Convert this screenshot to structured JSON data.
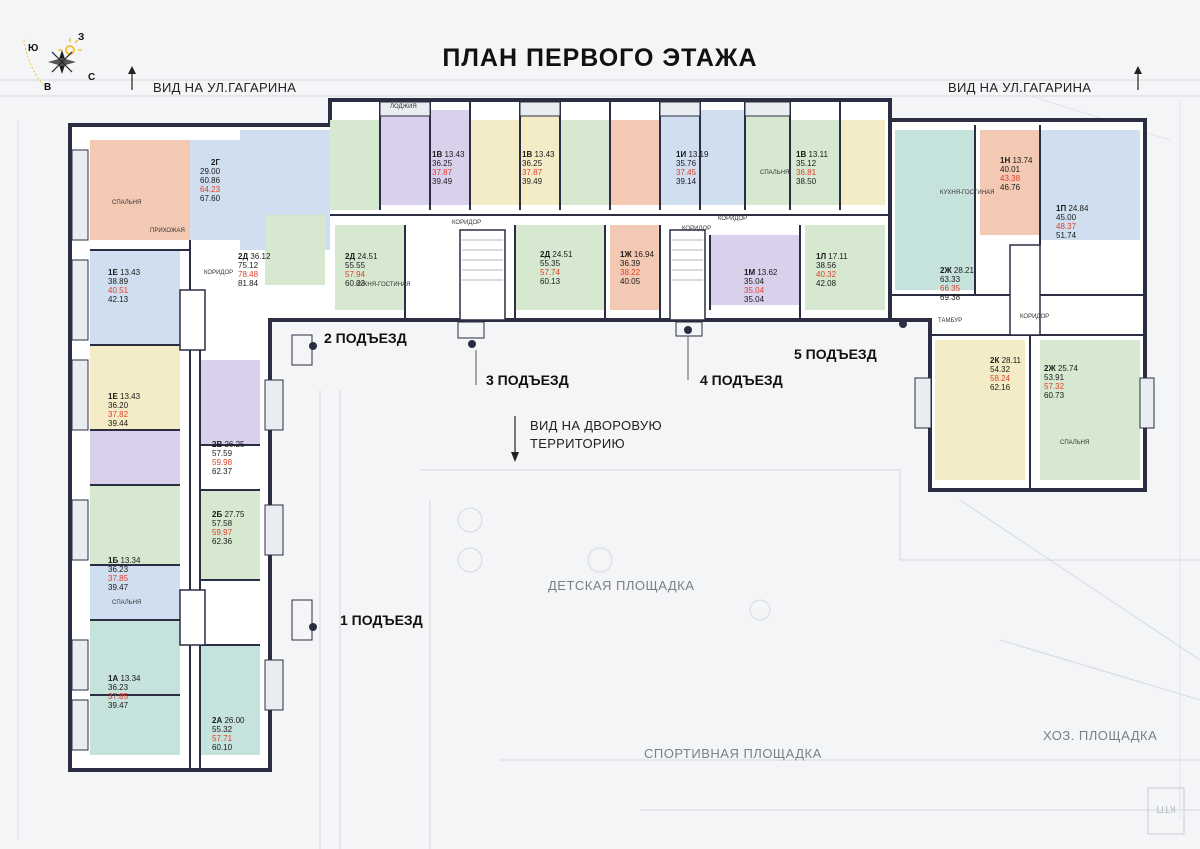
{
  "title": "ПЛАН ПЕРВОГО ЭТАЖА",
  "views": {
    "street_left": "ВИД НА УЛ.ГАГАРИНА",
    "street_right": "ВИД НА УЛ.ГАГАРИНА",
    "courtyard_line1": "ВИД НА ДВОРОВУЮ",
    "courtyard_line2": "ТЕРРИТОРИЮ"
  },
  "entrances": [
    "1 ПОДЪЕЗД",
    "2 ПОДЪЕЗД",
    "3 ПОДЪЕЗД",
    "4 ПОДЪЕЗД",
    "5 ПОДЪЕЗД"
  ],
  "site_areas": {
    "playground": "ДЕТСКАЯ ПЛОЩАДКА",
    "sports": "СПОРТИВНАЯ ПЛОЩАДКА",
    "utility": "ХОЗ. ПЛОЩАДКА",
    "substation": "КТП"
  },
  "compass": {
    "south": "Ю",
    "west": "З",
    "east": "В",
    "north": "С"
  },
  "corridor_labels": [
    "КОРИДОР",
    "КОРИДОР",
    "КОРИДОР",
    "КОРИДОР",
    "КОРИДОР",
    "ТАМБУР"
  ],
  "apartments": [
    {
      "type": "2Г",
      "figures": [
        "29.00",
        "60.86",
        "64.23",
        "67.60"
      ]
    },
    {
      "type": "1Е",
      "figures": [
        "13.43",
        "38.89",
        "40.51",
        "42.13"
      ]
    },
    {
      "type": "2Д",
      "figures": [
        "36.12",
        "75.12",
        "78.48",
        "81.84"
      ]
    },
    {
      "type": "2Д",
      "figures": [
        "24.51",
        "55.55",
        "57.94",
        "60.33"
      ]
    },
    {
      "type": "1В",
      "figures": [
        "13.43",
        "36.25",
        "37.87",
        "39.49"
      ]
    },
    {
      "type": "1В",
      "figures": [
        "13.43",
        "36.25",
        "37.87",
        "39.49"
      ]
    },
    {
      "type": "2Д",
      "figures": [
        "24.51",
        "55.35",
        "57.74",
        "60.13"
      ]
    },
    {
      "type": "1Ж",
      "figures": [
        "16.94",
        "36.39",
        "38.22",
        "40.05"
      ]
    },
    {
      "type": "1И",
      "figures": [
        "13.19",
        "35.76",
        "37.45",
        "39.14"
      ]
    },
    {
      "type": "1М",
      "figures": [
        "13.62",
        "35.04",
        "35.04",
        "35.04"
      ]
    },
    {
      "type": "1В",
      "figures": [
        "13.11",
        "35.12",
        "36.81",
        "38.50"
      ]
    },
    {
      "type": "1Л",
      "figures": [
        "17.11",
        "38.56",
        "40.32",
        "42.08"
      ]
    },
    {
      "type": "2Ж",
      "figures": [
        "28.21",
        "63.33",
        "66.35",
        "69.38"
      ]
    },
    {
      "type": "1Н",
      "figures": [
        "13.74",
        "40.01",
        "43.38",
        "46.76"
      ]
    },
    {
      "type": "1П",
      "figures": [
        "24.84",
        "45.00",
        "48.37",
        "51.74"
      ]
    },
    {
      "type": "2К",
      "figures": [
        "28.11",
        "54.32",
        "58.24",
        "62.16"
      ]
    },
    {
      "type": "2Ж",
      "figures": [
        "25.74",
        "53.91",
        "57.32",
        "60.73"
      ]
    },
    {
      "type": "1Е",
      "figures": [
        "13.43",
        "36.20",
        "37.82",
        "39.44"
      ]
    },
    {
      "type": "2В",
      "figures": [
        "26.25",
        "57.59",
        "59.98",
        "62.37"
      ]
    },
    {
      "type": "2Б",
      "figures": [
        "27.75",
        "57.58",
        "59.97",
        "62.36"
      ]
    },
    {
      "type": "1Б",
      "figures": [
        "13.34",
        "36.23",
        "37.85",
        "39.47"
      ]
    },
    {
      "type": "1А",
      "figures": [
        "13.34",
        "36.23",
        "37.85",
        "39.47"
      ]
    },
    {
      "type": "2А",
      "figures": [
        "26.00",
        "55.32",
        "57.71",
        "60.10"
      ]
    }
  ],
  "room_labels": [
    "СПАЛЬНЯ",
    "КУХНЯ-ГОСТИНАЯ",
    "ПРИХОЖАЯ",
    "ЛОДЖИЯ"
  ],
  "colors": {
    "wall": "#2b2d42",
    "peach": "#f4c9b4",
    "blue": "#cfdff0",
    "green": "#d6e8cf",
    "yellow": "#f3ecc6",
    "violet": "#d9d0ec",
    "teal": "#c6e2dd",
    "accent_red": "#e0402a"
  }
}
